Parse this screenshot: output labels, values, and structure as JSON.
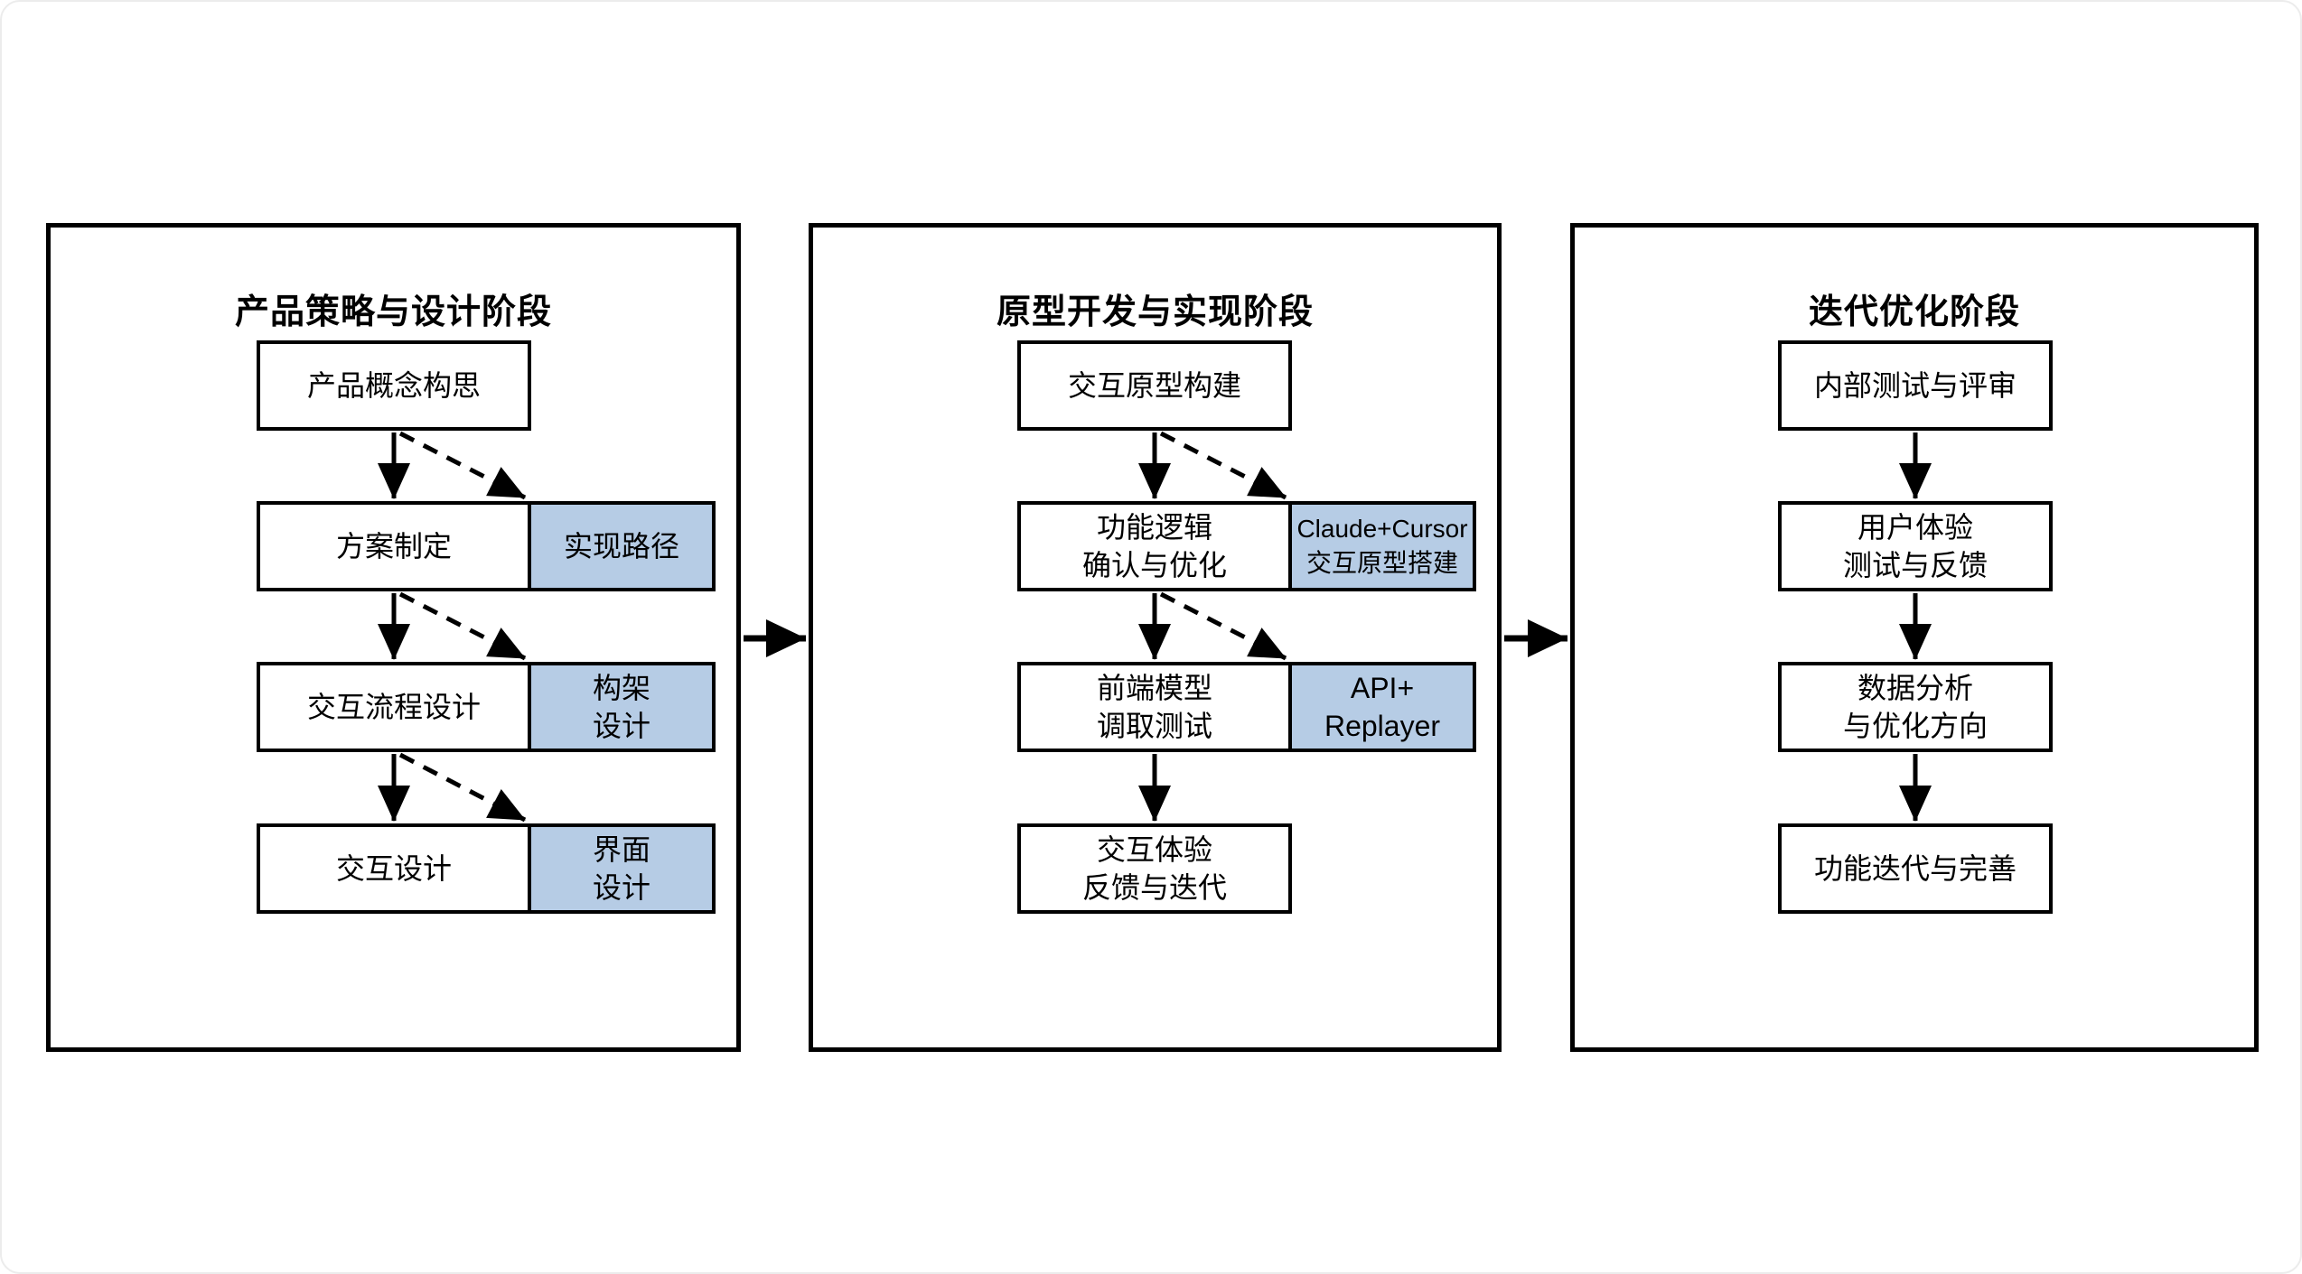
{
  "colors": {
    "annex_fill": "#b6cce5",
    "line_color": "#000000",
    "box_fill": "#ffffff"
  },
  "panels": [
    {
      "title": "产品策略与设计阶段",
      "steps": [
        {
          "label": "产品概念构思"
        },
        {
          "label": "方案制定",
          "annex": "实现路径"
        },
        {
          "label": "交互流程设计",
          "annex": "构架\n设计"
        },
        {
          "label": "交互设计",
          "annex": "界面\n设计"
        }
      ]
    },
    {
      "title": "原型开发与实现阶段",
      "steps": [
        {
          "label": "交互原型构建"
        },
        {
          "label": "功能逻辑\n确认与优化",
          "annex": "Claude+Cursor\n交互原型搭建"
        },
        {
          "label": "前端模型\n调取测试",
          "annex": "API+\nReplayer"
        },
        {
          "label": "交互体验\n反馈与迭代"
        }
      ]
    },
    {
      "title": "迭代优化阶段",
      "steps": [
        {
          "label": "内部测试与评审"
        },
        {
          "label": "用户体验\n测试与反馈"
        },
        {
          "label": "数据分析\n与优化方向"
        },
        {
          "label": "功能迭代与完善"
        }
      ]
    }
  ]
}
